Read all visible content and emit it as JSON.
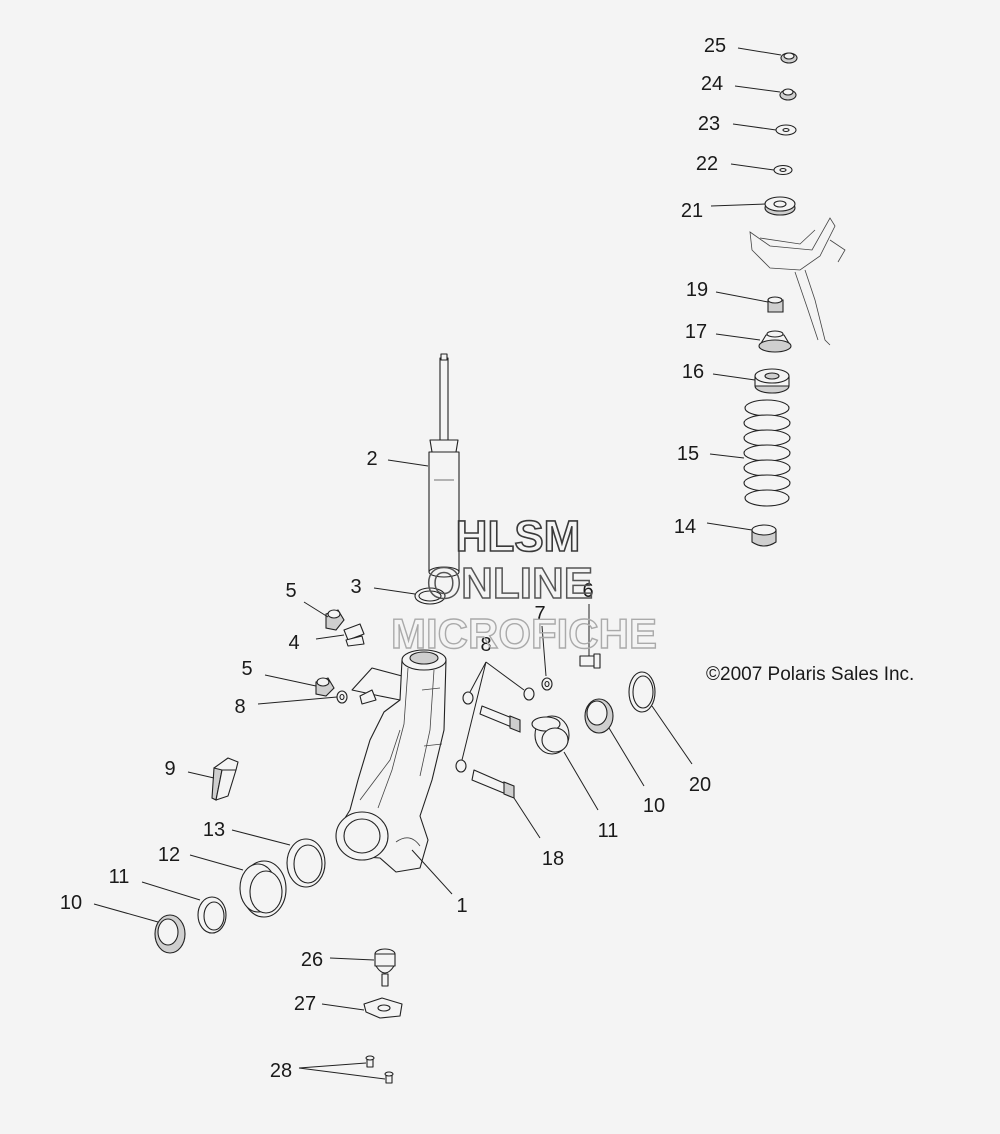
{
  "diagram": {
    "callouts": {
      "c1": "1",
      "c2": "2",
      "c3": "3",
      "c4": "4",
      "c5a": "5",
      "c5b": "5",
      "c6": "6",
      "c7": "7",
      "c8a": "8",
      "c8b": "8",
      "c9": "9",
      "c10a": "10",
      "c10b": "10",
      "c11a": "11",
      "c11b": "11",
      "c12": "12",
      "c13": "13",
      "c14": "14",
      "c15": "15",
      "c16": "16",
      "c17": "17",
      "c18": "18",
      "c19": "19",
      "c20": "20",
      "c21": "21",
      "c22": "22",
      "c23": "23",
      "c24": "24",
      "c25": "25",
      "c26": "26",
      "c27": "27",
      "c28": "28"
    },
    "copyright": "©2007 Polaris Sales Inc.",
    "watermark": {
      "line1": "HLSM",
      "line2": "ONLINE",
      "line3": "MICROFICHE"
    }
  }
}
